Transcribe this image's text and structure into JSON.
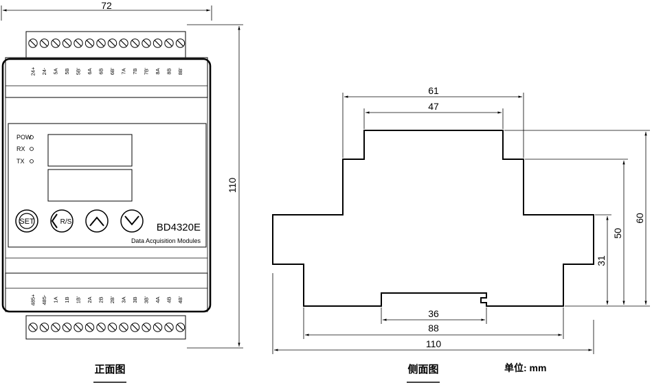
{
  "front_view": {
    "title": "正面图",
    "top_terminals": [
      "24+",
      "24-",
      "5A",
      "5B",
      "5B'",
      "6A",
      "6B",
      "6B'",
      "7A",
      "7B",
      "7B'",
      "8A",
      "8B",
      "8B'"
    ],
    "bottom_terminals": [
      "485+",
      "485-",
      "1A",
      "1B",
      "1B'",
      "2A",
      "2B",
      "2B'",
      "3A",
      "3B",
      "3B'",
      "4A",
      "4B",
      "4B'"
    ],
    "leds": [
      "POW",
      "RX",
      "TX"
    ],
    "buttons": {
      "set": "SET",
      "rs": "R/S"
    },
    "model": "BD4320E",
    "subtitle": "Data Acquisition Modules",
    "dim_width": "72",
    "dim_height": "110"
  },
  "side_view": {
    "title": "侧面图",
    "dim_61": "61",
    "dim_47": "47",
    "dim_36": "36",
    "dim_88": "88",
    "dim_110": "110",
    "dim_31": "31",
    "dim_50": "50",
    "dim_60": "60"
  },
  "unit": "单位: mm"
}
